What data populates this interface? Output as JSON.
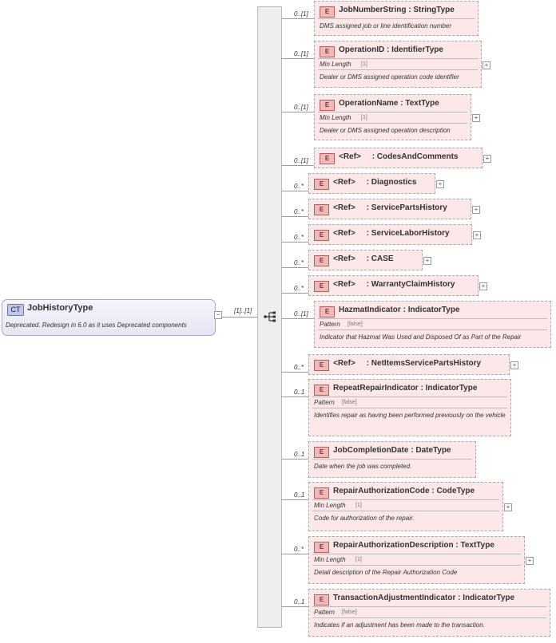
{
  "complex_type": {
    "badge": "CT",
    "name": "JobHistoryType",
    "documentation": "Deprecated. Redesign in 6.0 as it uses Deprecated components",
    "multiplicity": "[1]..[1]",
    "collapse_symbol": "−"
  },
  "expand_symbol": "+",
  "element_badge": "E",
  "elements": [
    {
      "name": "JobNumberString",
      "type": "StringType",
      "multiplicity": "0..[1]",
      "doc": "DMS assigned job or line identification number"
    },
    {
      "name": "OperationID",
      "type": "IdentifierType",
      "multiplicity": "0..[1]",
      "facet_name": "Min Length",
      "facet_value": "[1]",
      "doc": "Dealer or DMS assigned operation code identifier",
      "expandable": true
    },
    {
      "name": "OperationName",
      "type": "TextType",
      "multiplicity": "0..[1]",
      "facet_name": "Min Length",
      "facet_value": "[1]",
      "doc": "Dealer or DMS assigned operation description",
      "expandable": true
    },
    {
      "name": "<Ref>",
      "type": "CodesAndComments",
      "multiplicity": "0..[1]",
      "expandable": true
    },
    {
      "name": "<Ref>",
      "type": "Diagnostics",
      "multiplicity": "0..*",
      "expandable": true
    },
    {
      "name": "<Ref>",
      "type": "ServicePartsHistory",
      "multiplicity": "0..*",
      "expandable": true
    },
    {
      "name": "<Ref>",
      "type": "ServiceLaborHistory",
      "multiplicity": "0..*",
      "expandable": true
    },
    {
      "name": "<Ref>",
      "type": "CASE",
      "multiplicity": "0..*",
      "expandable": true
    },
    {
      "name": "<Ref>",
      "type": "WarrantyClaimHistory",
      "multiplicity": "0..*",
      "expandable": true
    },
    {
      "name": "HazmatIndicator",
      "type": "IndicatorType",
      "multiplicity": "0..[1]",
      "facet_name": "Pattern",
      "facet_value": "[false]",
      "doc": "Indicator that Hazmat Was Used and Disposed Of as Part of the Repair"
    },
    {
      "name": "<Ref>",
      "type": "NetItemsServicePartsHistory",
      "multiplicity": "0..*",
      "expandable": true
    },
    {
      "name": "RepeatRepairIndicator",
      "type": "IndicatorType",
      "multiplicity": "0..1",
      "facet_name": "Pattern",
      "facet_value": "[false]",
      "doc": "Identifies repair as having been performed previously on the vehicle"
    },
    {
      "name": "JobCompletionDate",
      "type": "DateType",
      "multiplicity": "0..1",
      "doc": "Date when the job was completed."
    },
    {
      "name": "RepairAuthorizationCode",
      "type": "CodeType",
      "multiplicity": "0..1",
      "facet_name": "Min Length",
      "facet_value": "[1]",
      "doc": "Code for authorization of the repair.",
      "expandable": true
    },
    {
      "name": "RepairAuthorizationDescription",
      "type": "TextType",
      "multiplicity": "0..*",
      "facet_name": "Min Length",
      "facet_value": "[1]",
      "doc": "Detail description of the Repair Authorization Code",
      "expandable": true
    },
    {
      "name": "TransactionAdjustmentIndicator",
      "type": "IndicatorType",
      "multiplicity": "0..1",
      "facet_name": "Pattern",
      "facet_value": "[false]",
      "doc": "Indicates if an adjustment has been made to the transaction."
    }
  ]
}
